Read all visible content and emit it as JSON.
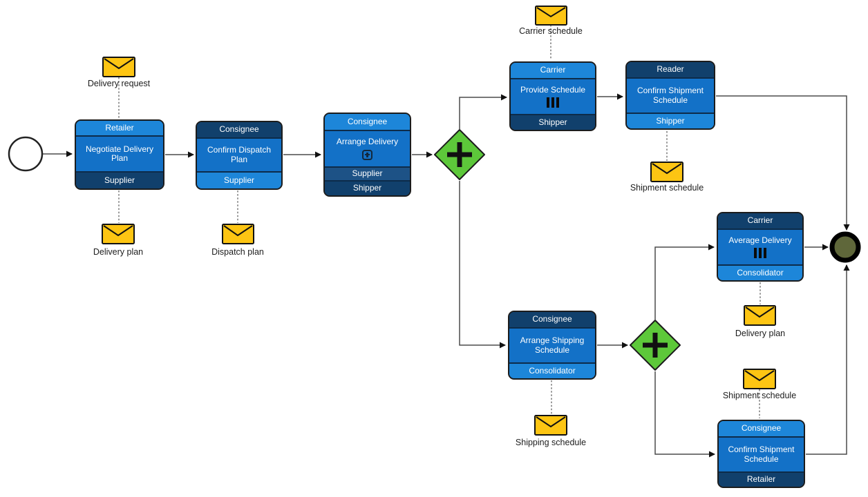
{
  "diagram": {
    "kind": "BPMN choreography",
    "background": "#ffffff"
  },
  "colors": {
    "band_light_blue": "#1d86d9",
    "band_body_blue": "#1371c7",
    "band_dark_navy": "#11406c",
    "band_mid_navy": "#1d5286",
    "gateway_green": "#5dc83a",
    "message_yellow": "#fdc513",
    "end_event_olive": "#5f673a",
    "connector_gray": "#4a4a4a"
  },
  "tasks": [
    {
      "participant_top": "Retailer",
      "task": "Negotiate Delivery Plan",
      "participant_bottom": "Supplier",
      "marker": null
    },
    {
      "participant_top": "Consignee",
      "task": "Confirm Dispatch Plan",
      "participant_bottom": "Supplier",
      "marker": null
    },
    {
      "participant_top": "Consignee",
      "task": "Arrange Delivery",
      "participants_bottom": [
        "Supplier",
        "Shipper"
      ],
      "marker": "subprocess"
    },
    {
      "participant_top": "Carrier",
      "task": "Provide Schedule",
      "participant_bottom": "Shipper",
      "marker": "multi-instance"
    },
    {
      "participant_top": "Reader",
      "task": "Confirm Shipment Schedule",
      "participant_bottom": "Shipper",
      "marker": null
    },
    {
      "participant_top": "Carrier",
      "task": "Average Delivery",
      "participant_bottom": "Consolidator",
      "marker": "multi-instance"
    },
    {
      "participant_top": "Consignee",
      "task": "Arrange Shipping Schedule",
      "participant_bottom": "Consolidator",
      "marker": null
    },
    {
      "participant_top": "Consignee",
      "task": "Confirm Shipment Schedule",
      "participant_bottom": "Retailer",
      "marker": null
    }
  ],
  "gateways": [
    {
      "type": "parallel",
      "symbol": "+"
    },
    {
      "type": "parallel",
      "symbol": "+"
    }
  ],
  "messages": [
    "Delivery request",
    "Delivery plan",
    "Dispatch plan",
    "Carrier schedule",
    "Shipment schedule",
    "Delivery plan",
    "Shipment schedule",
    "Shipping schedule"
  ]
}
